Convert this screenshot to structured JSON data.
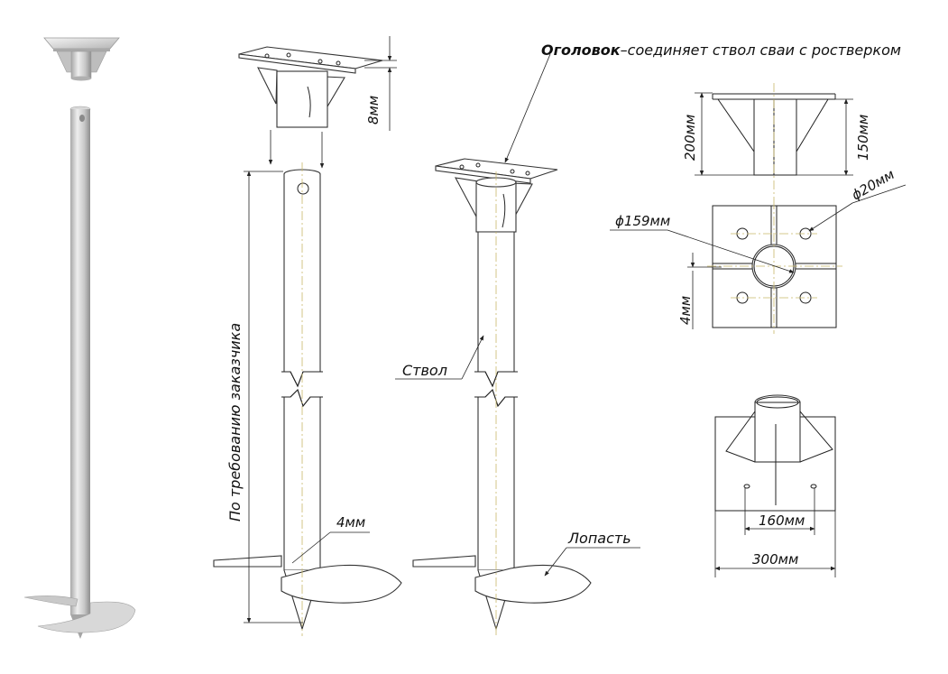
{
  "labels": {
    "cap_title_bold": "Оголовок",
    "cap_title_rest": "–соединяет ствол сваи с ростверком",
    "plate_thickness": "8мм",
    "length_note": "По требованию заказчика",
    "shaft": "Ствол",
    "blade_thickness": "4мм",
    "blade": "Лопасть",
    "dim_200": "200мм",
    "dim_150": "150мм",
    "dim_d20": "ϕ20мм",
    "dim_d159": "ϕ159мм",
    "dim_4": "4мм",
    "dim_160": "160мм",
    "dim_300": "300мм"
  },
  "colors": {
    "line": "#222222",
    "axis": "#c9b86a",
    "render_light": "#e6e6e6",
    "render_dark": "#9a9a9a"
  }
}
